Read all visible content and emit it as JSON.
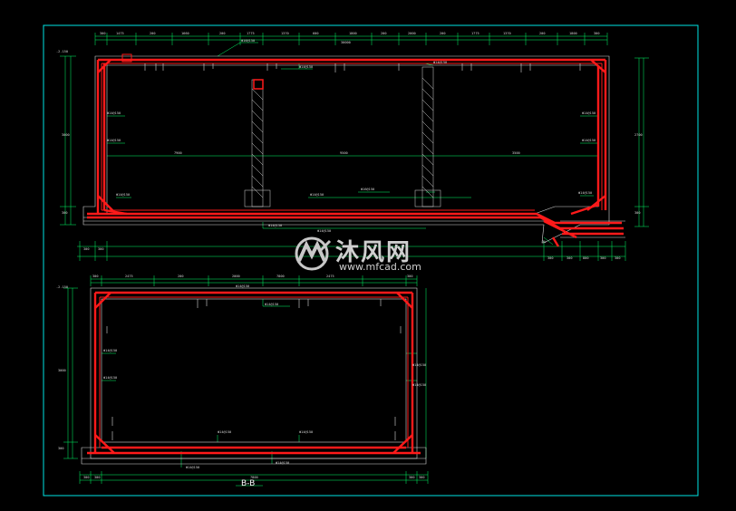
{
  "colors": {
    "background": "#000000",
    "border": "#00e5e5",
    "rebar": "#ff1a1a",
    "dimension": "#00ff66",
    "concrete": "#d8d8d8",
    "text": "#d8d8d8"
  },
  "section_b": {
    "title": "B-B",
    "dims": {
      "top_total": "7800",
      "height": "3000",
      "bottom_total": "7800"
    },
    "rebar_labels": {
      "top": "Φ14@150",
      "bottom_left": "Φ14@150",
      "bottom_right": "Φ14@150",
      "wall_left": "Φ14@150",
      "wall_right": "Φ14@150"
    }
  },
  "section_a": {
    "dims": {
      "top_total": "30000",
      "height": "3000",
      "mid": "7900",
      "span": "9500"
    },
    "rebar_labels": {
      "top": "Φ16@150",
      "bottom": "Φ16@150",
      "wall_left": "Φ14@150",
      "wall_right": "Φ14@150"
    }
  },
  "watermark": {
    "brand": "沐风网",
    "url": "www.mfcad.com",
    "logo_icon": "mf-logo-icon"
  }
}
